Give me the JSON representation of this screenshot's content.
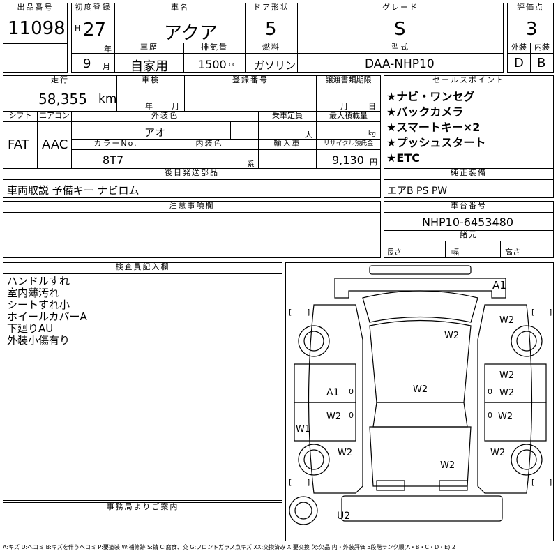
{
  "header": {
    "lot_no_label": "出品番号",
    "lot_no": "11098",
    "first_reg_label": "初度登録",
    "era": "H",
    "year": "27",
    "year_unit": "年",
    "month": "9",
    "month_unit": "月",
    "model_name_label": "車名",
    "model_name": "アクア",
    "doors_label": "ドア形状",
    "doors": "5",
    "grade_label": "グレード",
    "grade": "S",
    "score_label": "評価点",
    "score": "3",
    "history_label": "車歴",
    "history": "自家用",
    "displacement_label": "排気量",
    "displacement": "1500",
    "displacement_unit": "cc",
    "fuel_label": "燃料",
    "fuel": "ガソリン",
    "type_label": "型式",
    "type_code": "DAA-NHP10",
    "ext_label": "外装",
    "ext_grade": "D",
    "int_label": "内装",
    "int_grade": "B"
  },
  "row2": {
    "mileage_label": "走行",
    "mileage": "58,355",
    "mileage_unit": "km",
    "inspection_label": "車検",
    "insp_year_unit": "年",
    "insp_month_unit": "月",
    "reg_no_label": "登録番号",
    "transfer_label": "譲渡書類期限",
    "transfer_month_unit": "月",
    "transfer_day_unit": "日",
    "shift_label": "シフト",
    "shift": "FAT",
    "ac_label": "エアコン",
    "ac": "AAC",
    "color_label": "外装色",
    "color": "アオ",
    "capacity_label": "乗車定員",
    "capacity_unit": "人",
    "maxload_label": "最大積載量",
    "maxload_unit": "kg",
    "color_no_label": "カラーNo.",
    "color_no": "8T7",
    "interior_color_label": "内装色",
    "interior_color_unit": "系",
    "import_label": "輸入車",
    "recycle_label": "リサイクル預託金",
    "recycle": "9,130",
    "recycle_unit": "円"
  },
  "sales": {
    "label": "セールスポイント",
    "items": [
      "★ナビ・ワンセグ",
      "★バックカメラ",
      "★スマートキー×2",
      "★プッシュスタート",
      "★ETC"
    ]
  },
  "later_parts": {
    "label": "後日発送部品",
    "value": "車両取説 予備キー ナビロム"
  },
  "equipment": {
    "label": "純正装備",
    "value": "エアB PS PW"
  },
  "notes": {
    "label": "注意事項欄",
    "value": ""
  },
  "chassis": {
    "label": "車台番号",
    "value": "NHP10-6453480"
  },
  "dimensions": {
    "label": "諸元",
    "length_label": "長さ",
    "width_label": "幅",
    "height_label": "高さ"
  },
  "inspector": {
    "label": "検査員記入欄",
    "items": [
      "ハンドルすれ",
      "室内薄汚れ",
      "シートすれ小",
      "ホイールカバーA",
      "下廻りAU",
      "外装小傷有り"
    ]
  },
  "office": {
    "label": "事務局よりご案内"
  },
  "diagram_marks": [
    "A1",
    "W2",
    "W2",
    "W2",
    "W2",
    "A1",
    "0",
    "W2",
    "0",
    "W2",
    "0",
    "W2",
    "0",
    "W1",
    "W2",
    "W2",
    "W2",
    "U2",
    "[",
    "]",
    "[",
    "]",
    "[",
    "]",
    "[",
    "]"
  ],
  "legend": "A:キズ U:ヘコミ B:キズを伴うヘコミ P:要塗装 W:補修跡 S:錆 C:腐食、交 G:フロントガラス点キズ XX:交換済み X:要交換 欠:欠品 内・外装評価 5段階ランク順(A・B・C・D・E) 2"
}
